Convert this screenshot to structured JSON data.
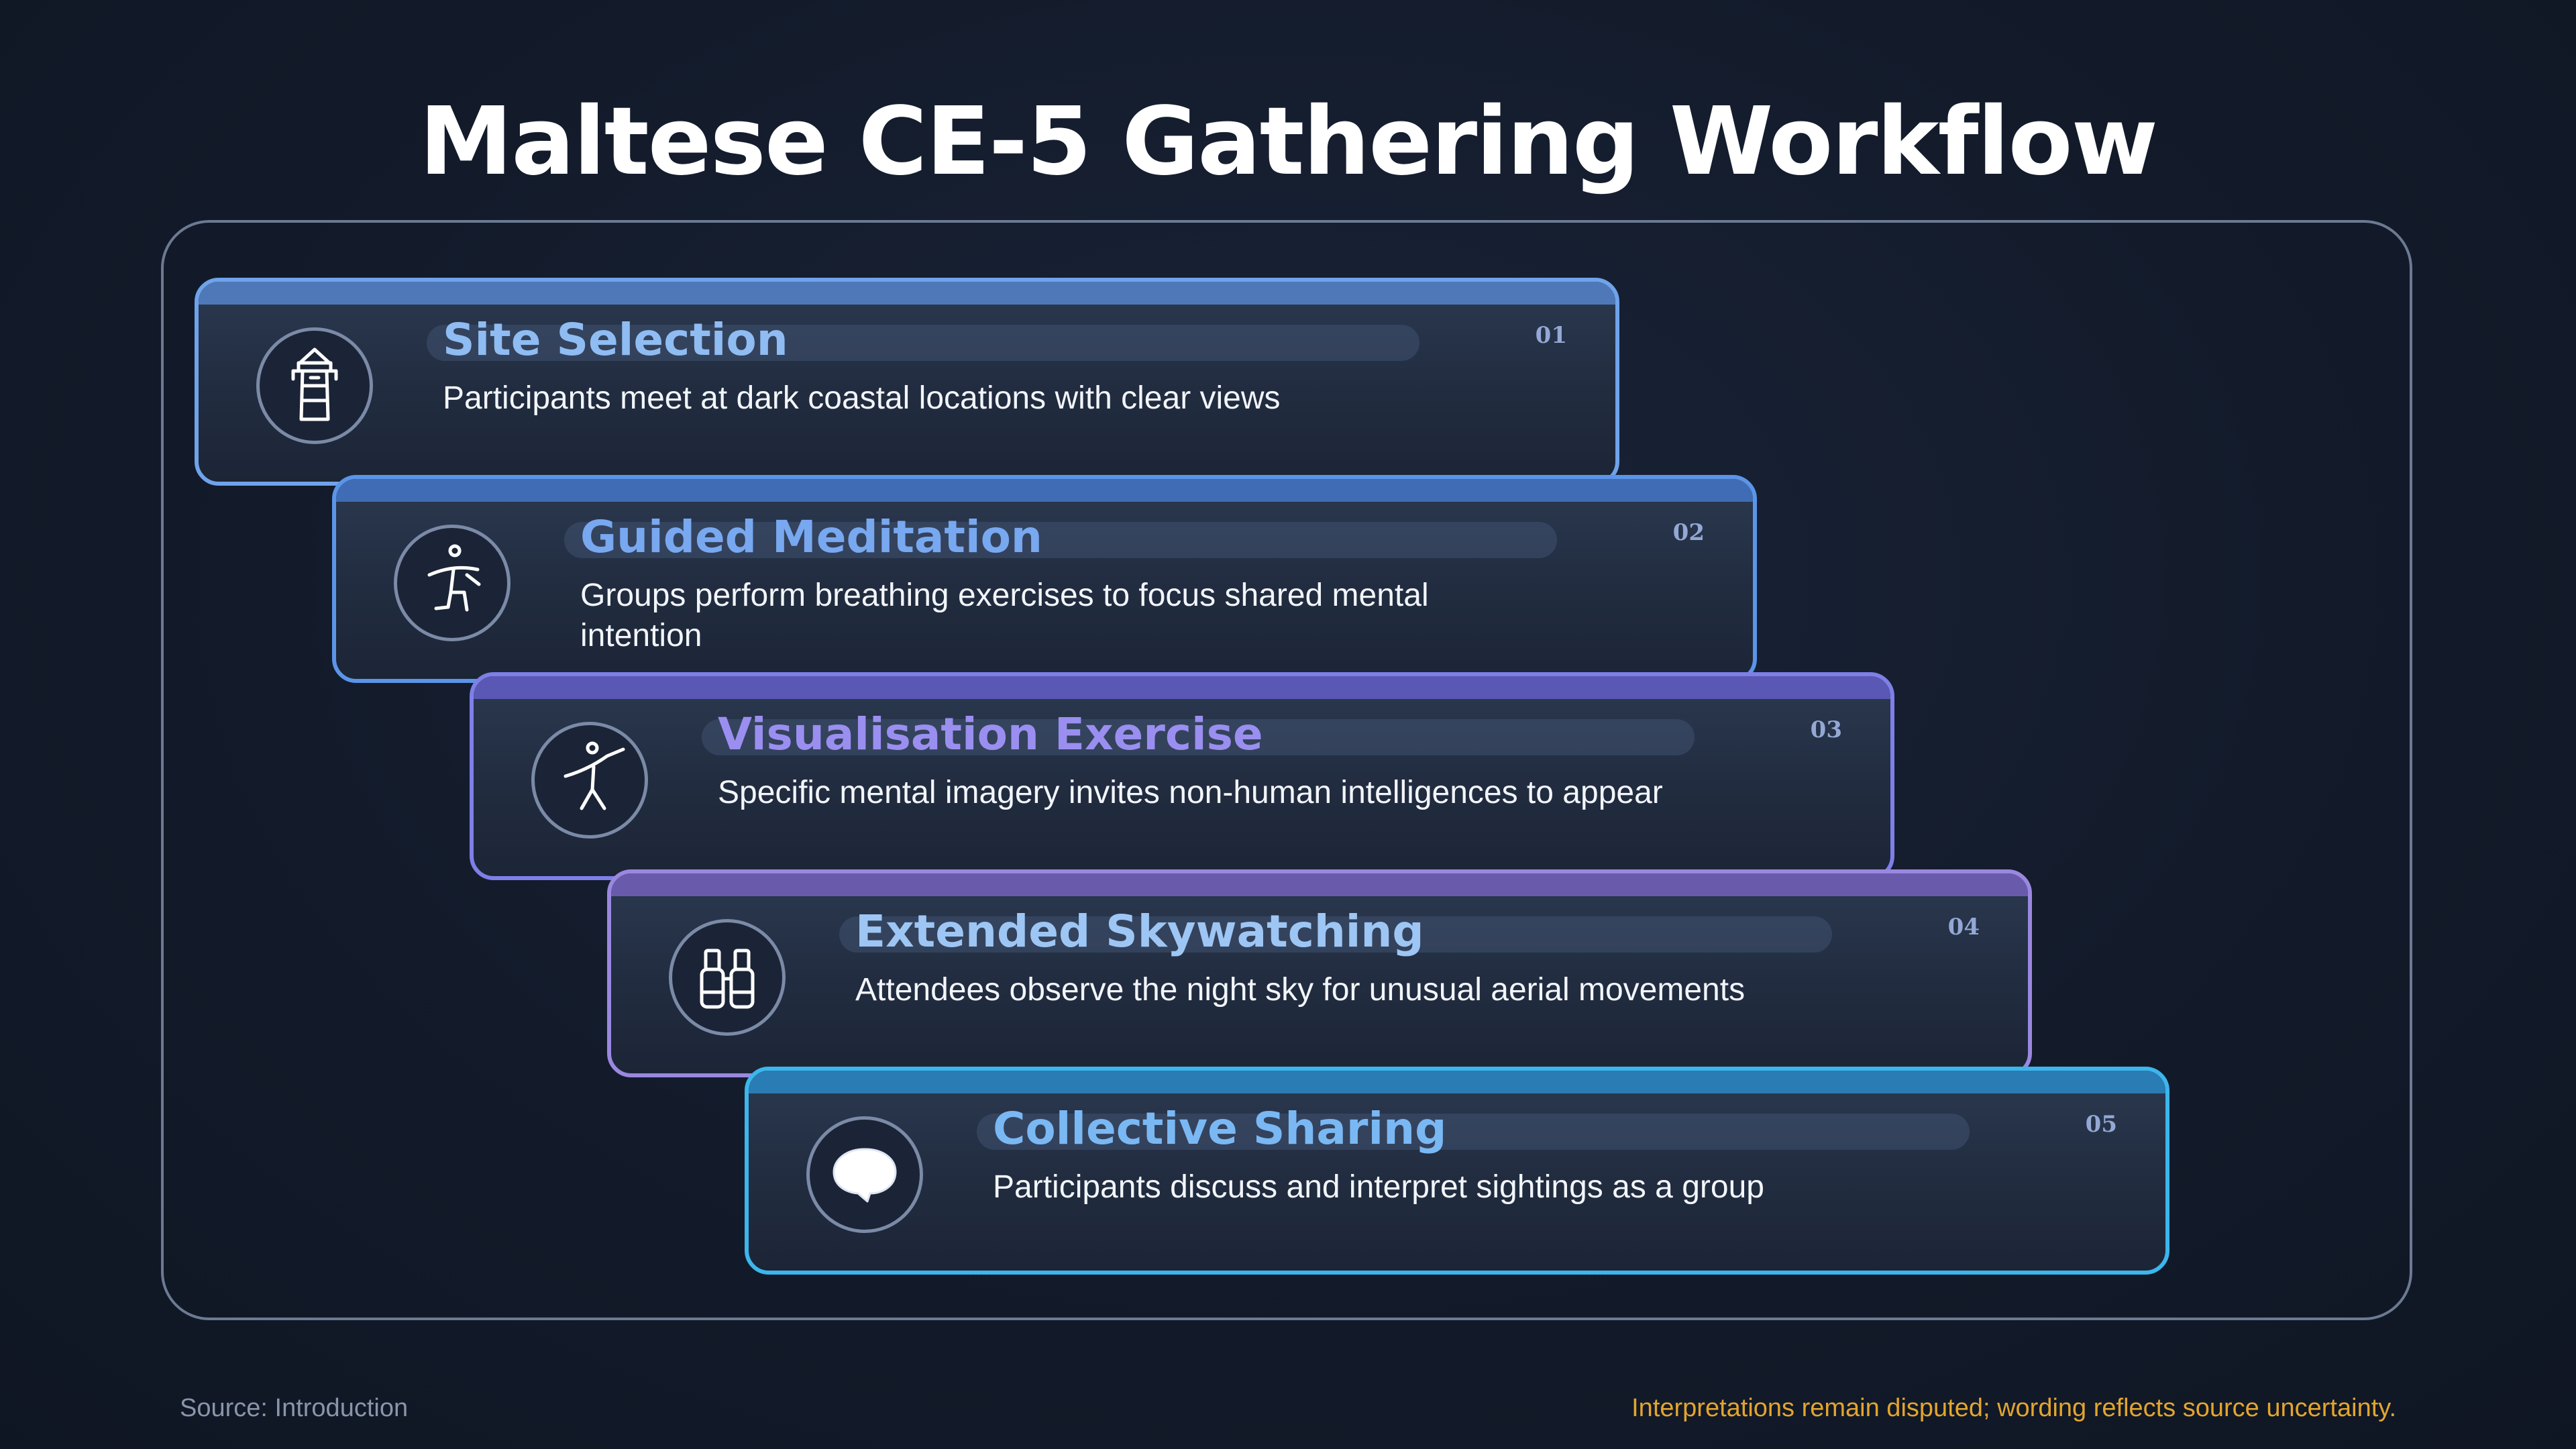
{
  "title": "Maltese CE-5 Gathering Workflow",
  "steps": [
    {
      "num": "01",
      "title": "Site Selection",
      "desc": "Participants meet at dark coastal locations with clear views",
      "icon": "lighthouse-icon",
      "accent": "#6fa3ea",
      "band": "#4e78b8",
      "title_color": "#8fbcf2"
    },
    {
      "num": "02",
      "title": "Guided Meditation",
      "desc": "Groups perform breathing exercises to focus shared mental intention",
      "icon": "meditation-pose-icon",
      "accent": "#5b95e8",
      "band": "#3f6cb4",
      "title_color": "#78a8f0"
    },
    {
      "num": "03",
      "title": "Visualisation Exercise",
      "desc": "Specific mental imagery invites non-human intelligences to appear",
      "icon": "reaching-figure-icon",
      "accent": "#7f7fe8",
      "band": "#5a58b4",
      "title_color": "#9a8ff0"
    },
    {
      "num": "04",
      "title": "Extended Skywatching",
      "desc": "Attendees observe the night sky for unusual aerial movements",
      "icon": "binoculars-icon",
      "accent": "#9a88e0",
      "band": "#6a5aac",
      "title_color": "#9ec6f4"
    },
    {
      "num": "05",
      "title": "Collective Sharing",
      "desc": "Participants discuss and interpret sightings as a group",
      "icon": "speech-bubble-icon",
      "accent": "#3cb6ec",
      "band": "#2a7cb4",
      "title_color": "#7ab8f4"
    }
  ],
  "footer": {
    "source": "Source: Introduction",
    "note": "Interpretations remain disputed; wording reflects source uncertainty."
  }
}
